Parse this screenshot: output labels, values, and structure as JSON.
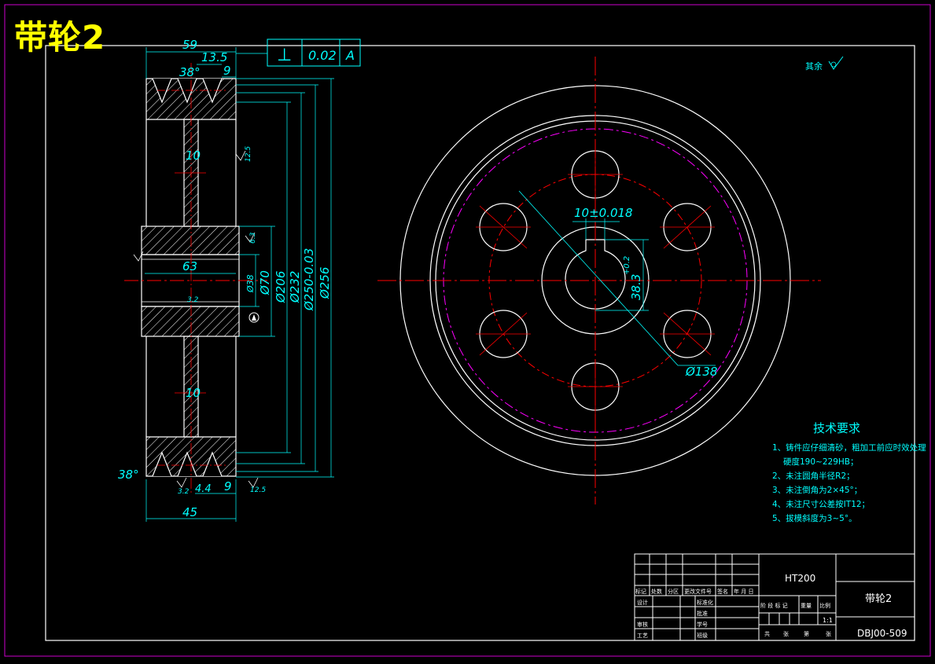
{
  "title": "带轮2",
  "roughness_note": "其余",
  "side_view": {
    "dims": {
      "width_top": "59",
      "groove_pitch": "13.5",
      "edge_top": "9",
      "groove_angle_top": "38°",
      "web_upper": "10",
      "web_lower": "10",
      "bore_length": "63",
      "groove_angle_bottom": "38°",
      "pitch_bottom": "4.4",
      "edge_bottom": "9",
      "width_bottom": "45",
      "rough_32": "3.2",
      "rough_12_5": "12.5",
      "rough_6_3": "6.3"
    },
    "diameters": [
      "Ø38",
      "Ø70",
      "Ø206",
      "Ø232",
      "Ø250-0.03",
      "Ø256"
    ]
  },
  "tolerance_frame": {
    "symbol": "⊥",
    "value": "0.02",
    "datum": "A"
  },
  "front_view": {
    "keyway_width": "10±0.018",
    "keyway_depth": "38.3",
    "keyway_depth_tol": "+0.2",
    "hole_circle_diameter": "Ø138"
  },
  "tech_requirements": {
    "title": "技术要求",
    "items": [
      "1、铸件应仔细清砂，粗加工前应时效处理",
      "硬度190~229HB；",
      "2、未注圆角半径R2；",
      "3、未注倒角为2×45°；",
      "4、未注尺寸公差按IT12；",
      "5、拔模斜度为3~5°。"
    ]
  },
  "title_block": {
    "material": "HT200",
    "part_name": "带轮2",
    "drawing_number": "DBJ00-509",
    "scale": "1:1",
    "header_labels": [
      "标记",
      "处数",
      "分区",
      "更改文件号",
      "签名",
      "年 月 日"
    ],
    "row_labels": [
      "设计",
      "审核",
      "工艺"
    ],
    "mid_labels": [
      "标准化",
      "批准",
      "学号",
      "班级"
    ],
    "stage_labels": [
      "阶 段 标 记",
      "重量",
      "比例"
    ],
    "sheet_labels": [
      "共",
      "张",
      "第",
      "张"
    ]
  },
  "colors": {
    "outline": "#ffffff",
    "border": "#cc00cc",
    "center": "#ff0000",
    "dimension": "#00ffff",
    "pitch": "#ff00ff",
    "hatch": "#ffffff",
    "title": "#ffff00"
  }
}
